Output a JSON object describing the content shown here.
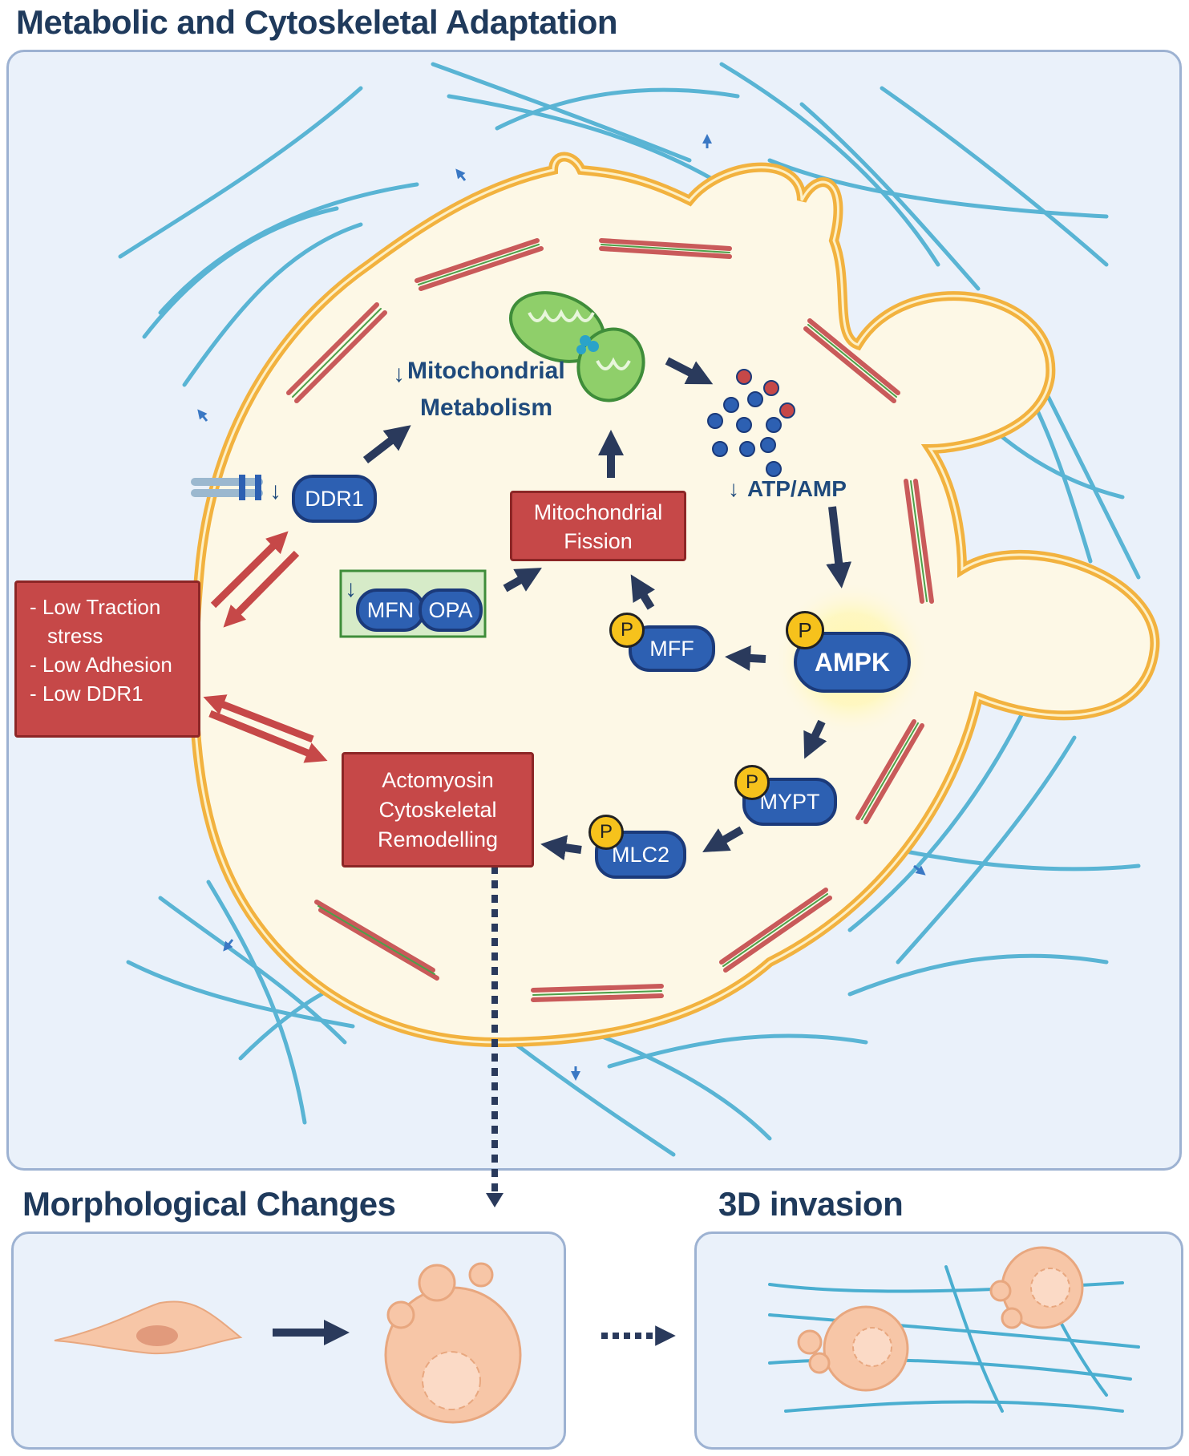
{
  "titles": {
    "main": "Metabolic and Cytoskeletal Adaptation",
    "morph": "Morphological Changes",
    "invasion": "3D invasion"
  },
  "conditions": {
    "line1": "- Low Traction",
    "line2": "stress",
    "line3": "- Low Adhesion",
    "line4": "- Low DDR1"
  },
  "proteins": {
    "ddr1": "DDR1",
    "mfn": "MFN",
    "opa": "OPA",
    "mff": "MFF",
    "ampk": "AMPK",
    "mypt": "MYPT",
    "mlc2": "MLC2",
    "phospho": "P"
  },
  "processes": {
    "mito_metab_1": "Mitochondrial",
    "mito_metab_2": "Metabolism",
    "fission_1": "Mitochondrial",
    "fission_2": "Fission",
    "atp": "ATP/AMP",
    "acto_1": "Actomyosin",
    "acto_2": "Cytoskeletal",
    "acto_3": "Remodelling",
    "down_arrow": "↓"
  },
  "colors": {
    "protein_fill": "#2d60b2",
    "protein_border": "#1b3a7a",
    "process_box": "#c64848",
    "phospho_badge": "#f6c21c",
    "fiber": "#4aaed0",
    "cell_membrane": "#f2b23f",
    "cell_fill": "#fdf8e6",
    "arrow_dark": "#2a3a5c",
    "arrow_red": "#c64848",
    "mfn_box": "#d6ebc8"
  },
  "icons": [
    "mitochondrion-icon",
    "receptor-icon",
    "metabolite-dots-icon",
    "actin-filament-icon",
    "cell-icon"
  ]
}
